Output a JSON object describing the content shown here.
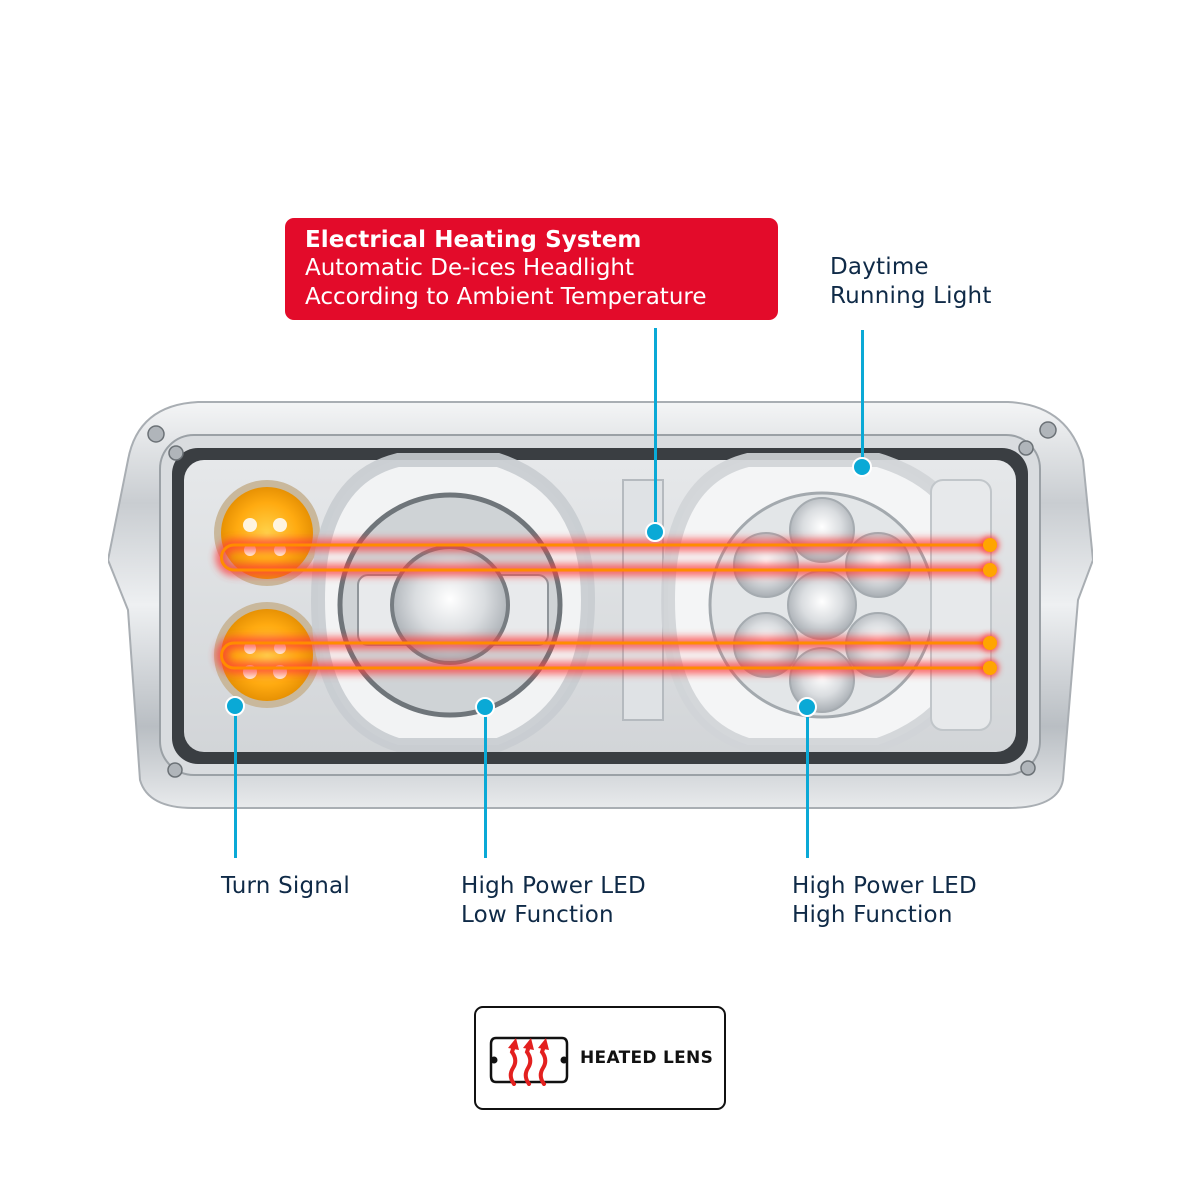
{
  "heating_callout": {
    "title": "Electrical Heating System",
    "line1": "Automatic De-ices Headlight",
    "line2": "According to Ambient Temperature",
    "background_color": "#e30b2a"
  },
  "labels": {
    "daytime_running_light": {
      "line1": "Daytime",
      "line2": "Running Light"
    },
    "turn_signal": {
      "line1": "Turn Signal"
    },
    "low_function": {
      "line1": "High Power LED",
      "line2": "Low Function"
    },
    "high_function": {
      "line1": "High Power LED",
      "line2": "High Function"
    }
  },
  "badge": {
    "icon": "heated-lens-icon",
    "label": "HEATED LENS"
  },
  "colors": {
    "leader_line": "#0aa9d6",
    "label_text": "#0f2a47",
    "heating_wire": "#ff8c00",
    "turn_signal_amber": "#ffa500"
  }
}
